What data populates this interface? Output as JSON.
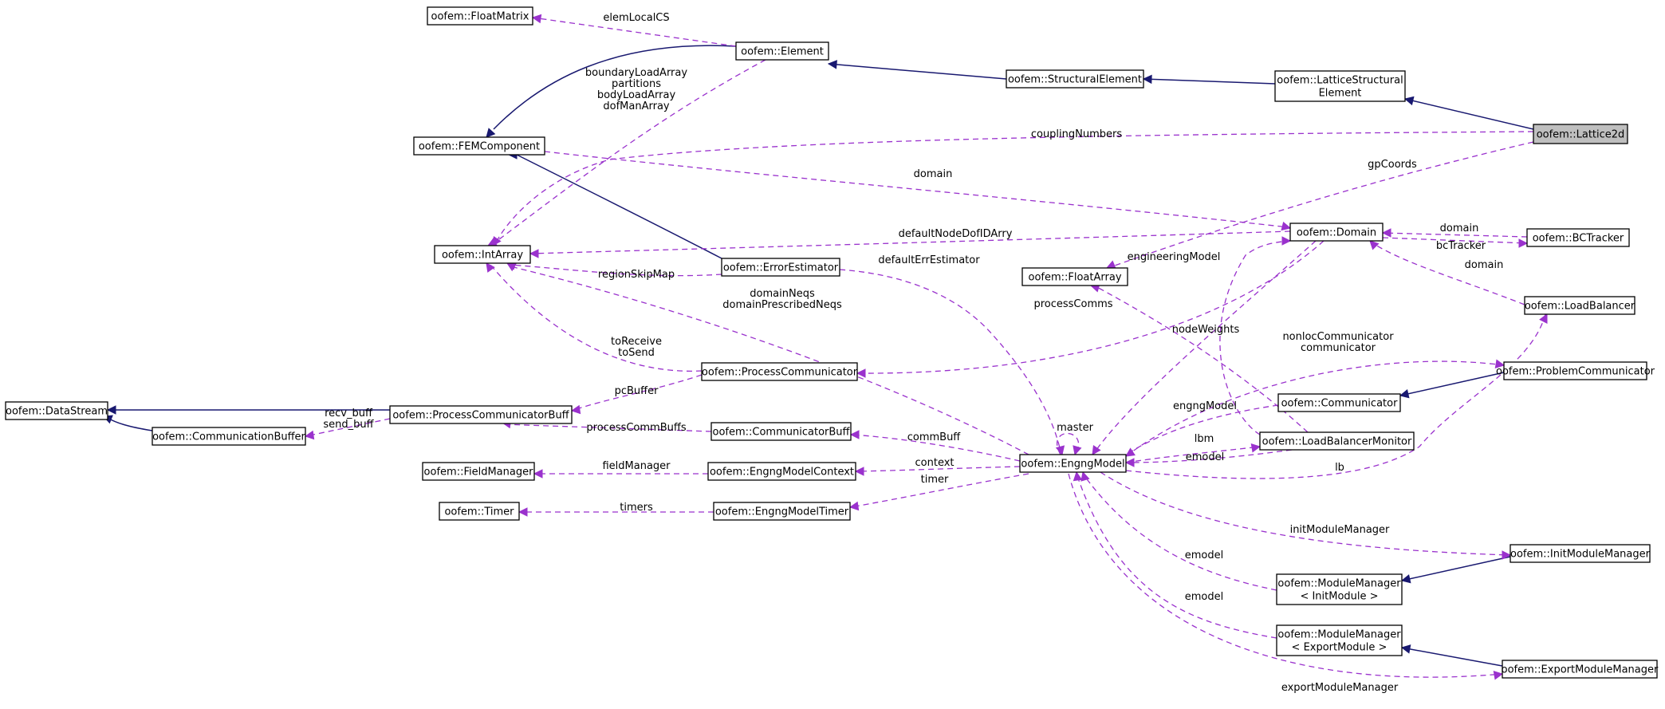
{
  "nodes": [
    {
      "id": "FloatMatrix",
      "lines": [
        "oofem::FloatMatrix"
      ]
    },
    {
      "id": "Element",
      "lines": [
        "oofem::Element"
      ]
    },
    {
      "id": "StructuralElement",
      "lines": [
        "oofem::StructuralElement"
      ]
    },
    {
      "id": "LatticeStructuralElement",
      "lines": [
        "oofem::LatticeStructural",
        "Element"
      ]
    },
    {
      "id": "Lattice2d",
      "lines": [
        "oofem::Lattice2d"
      ]
    },
    {
      "id": "FEMComponent",
      "lines": [
        "oofem::FEMComponent"
      ]
    },
    {
      "id": "IntArray",
      "lines": [
        "oofem::IntArray"
      ]
    },
    {
      "id": "ErrorEstimator",
      "lines": [
        "oofem::ErrorEstimator"
      ]
    },
    {
      "id": "Domain",
      "lines": [
        "oofem::Domain"
      ]
    },
    {
      "id": "BCTracker",
      "lines": [
        "oofem::BCTracker"
      ]
    },
    {
      "id": "FloatArray",
      "lines": [
        "oofem::FloatArray"
      ]
    },
    {
      "id": "LoadBalancer",
      "lines": [
        "oofem::LoadBalancer"
      ]
    },
    {
      "id": "ProcessCommunicator",
      "lines": [
        "oofem::ProcessCommunicator"
      ]
    },
    {
      "id": "ProblemCommunicator",
      "lines": [
        "oofem::ProblemCommunicator"
      ]
    },
    {
      "id": "DataStream",
      "lines": [
        "oofem::DataStream"
      ]
    },
    {
      "id": "ProcessCommunicatorBuff",
      "lines": [
        "oofem::ProcessCommunicatorBuff"
      ]
    },
    {
      "id": "CommunicationBuffer",
      "lines": [
        "oofem::CommunicationBuffer"
      ]
    },
    {
      "id": "Communicator",
      "lines": [
        "oofem::Communicator"
      ]
    },
    {
      "id": "CommunicatorBuff",
      "lines": [
        "oofem::CommunicatorBuff"
      ]
    },
    {
      "id": "EngngModel",
      "lines": [
        "oofem::EngngModel"
      ]
    },
    {
      "id": "LoadBalancerMonitor",
      "lines": [
        "oofem::LoadBalancerMonitor"
      ]
    },
    {
      "id": "FieldManager",
      "lines": [
        "oofem::FieldManager"
      ]
    },
    {
      "id": "EngngModelContext",
      "lines": [
        "oofem::EngngModelContext"
      ]
    },
    {
      "id": "Timer",
      "lines": [
        "oofem::Timer"
      ]
    },
    {
      "id": "EngngModelTimer",
      "lines": [
        "oofem::EngngModelTimer"
      ]
    },
    {
      "id": "InitModuleManager",
      "lines": [
        "oofem::InitModuleManager"
      ]
    },
    {
      "id": "ModuleManagerInit",
      "lines": [
        "oofem::ModuleManager",
        "< InitModule >"
      ]
    },
    {
      "id": "ModuleManagerExport",
      "lines": [
        "oofem::ModuleManager",
        "< ExportModule >"
      ]
    },
    {
      "id": "ExportModuleManager",
      "lines": [
        "oofem::ExportModuleManager"
      ]
    }
  ],
  "highlighted_node": "Lattice2d",
  "edge_labels": [
    {
      "id": "elemLocalCS",
      "lines": [
        "elemLocalCS"
      ]
    },
    {
      "id": "elemToIntArray",
      "lines": [
        "boundaryLoadArray",
        "partitions",
        "bodyLoadArray",
        "dofManArray"
      ]
    },
    {
      "id": "couplingNumbers",
      "lines": [
        "couplingNumbers"
      ]
    },
    {
      "id": "gpCoords",
      "lines": [
        "gpCoords"
      ]
    },
    {
      "id": "femDomain",
      "lines": [
        "domain"
      ]
    },
    {
      "id": "defaultNodeDofIDArry",
      "lines": [
        "defaultNodeDofIDArry"
      ]
    },
    {
      "id": "defaultErrEstimator",
      "lines": [
        "defaultErrEstimator"
      ]
    },
    {
      "id": "regionSkipMap",
      "lines": [
        "regionSkipMap"
      ]
    },
    {
      "id": "domainNeqs",
      "lines": [
        "domainNeqs",
        "domainPrescribedNeqs"
      ]
    },
    {
      "id": "toReceive",
      "lines": [
        "toReceive",
        "toSend"
      ]
    },
    {
      "id": "processComms",
      "lines": [
        "processComms"
      ]
    },
    {
      "id": "engineeringModel",
      "lines": [
        "engineeringModel"
      ]
    },
    {
      "id": "bcTrackerDomain",
      "lines": [
        "domain"
      ]
    },
    {
      "id": "bcTracker",
      "lines": [
        "bcTracker"
      ]
    },
    {
      "id": "lbDomain",
      "lines": [
        "domain"
      ]
    },
    {
      "id": "nodeWeights",
      "lines": [
        "nodeWeights"
      ]
    },
    {
      "id": "nonlocCommunicator",
      "lines": [
        "nonlocCommunicator",
        "communicator"
      ]
    },
    {
      "id": "pcBuffer",
      "lines": [
        "pcBuffer"
      ]
    },
    {
      "id": "recvBuff",
      "lines": [
        "recv_buff",
        "send_buff"
      ]
    },
    {
      "id": "processCommBuffs",
      "lines": [
        "processCommBuffs"
      ]
    },
    {
      "id": "engngModelComm",
      "lines": [
        "engngModel"
      ]
    },
    {
      "id": "master",
      "lines": [
        "master"
      ]
    },
    {
      "id": "commBuff",
      "lines": [
        "commBuff"
      ]
    },
    {
      "id": "lbm",
      "lines": [
        "lbm"
      ]
    },
    {
      "id": "emodelLbm",
      "lines": [
        "emodel"
      ]
    },
    {
      "id": "lb",
      "lines": [
        "lb"
      ]
    },
    {
      "id": "fieldManager",
      "lines": [
        "fieldManager"
      ]
    },
    {
      "id": "context",
      "lines": [
        "context"
      ]
    },
    {
      "id": "timer",
      "lines": [
        "timer"
      ]
    },
    {
      "id": "timers",
      "lines": [
        "timers"
      ]
    },
    {
      "id": "initModuleManager",
      "lines": [
        "initModuleManager"
      ]
    },
    {
      "id": "emodelInit",
      "lines": [
        "emodel"
      ]
    },
    {
      "id": "emodelExport",
      "lines": [
        "emodel"
      ]
    },
    {
      "id": "exportModuleManager",
      "lines": [
        "exportModuleManager"
      ]
    }
  ],
  "colors": {
    "inheritance": "#191970",
    "association": "#9a32cd",
    "highlight_fill": "#bfbfbf"
  }
}
